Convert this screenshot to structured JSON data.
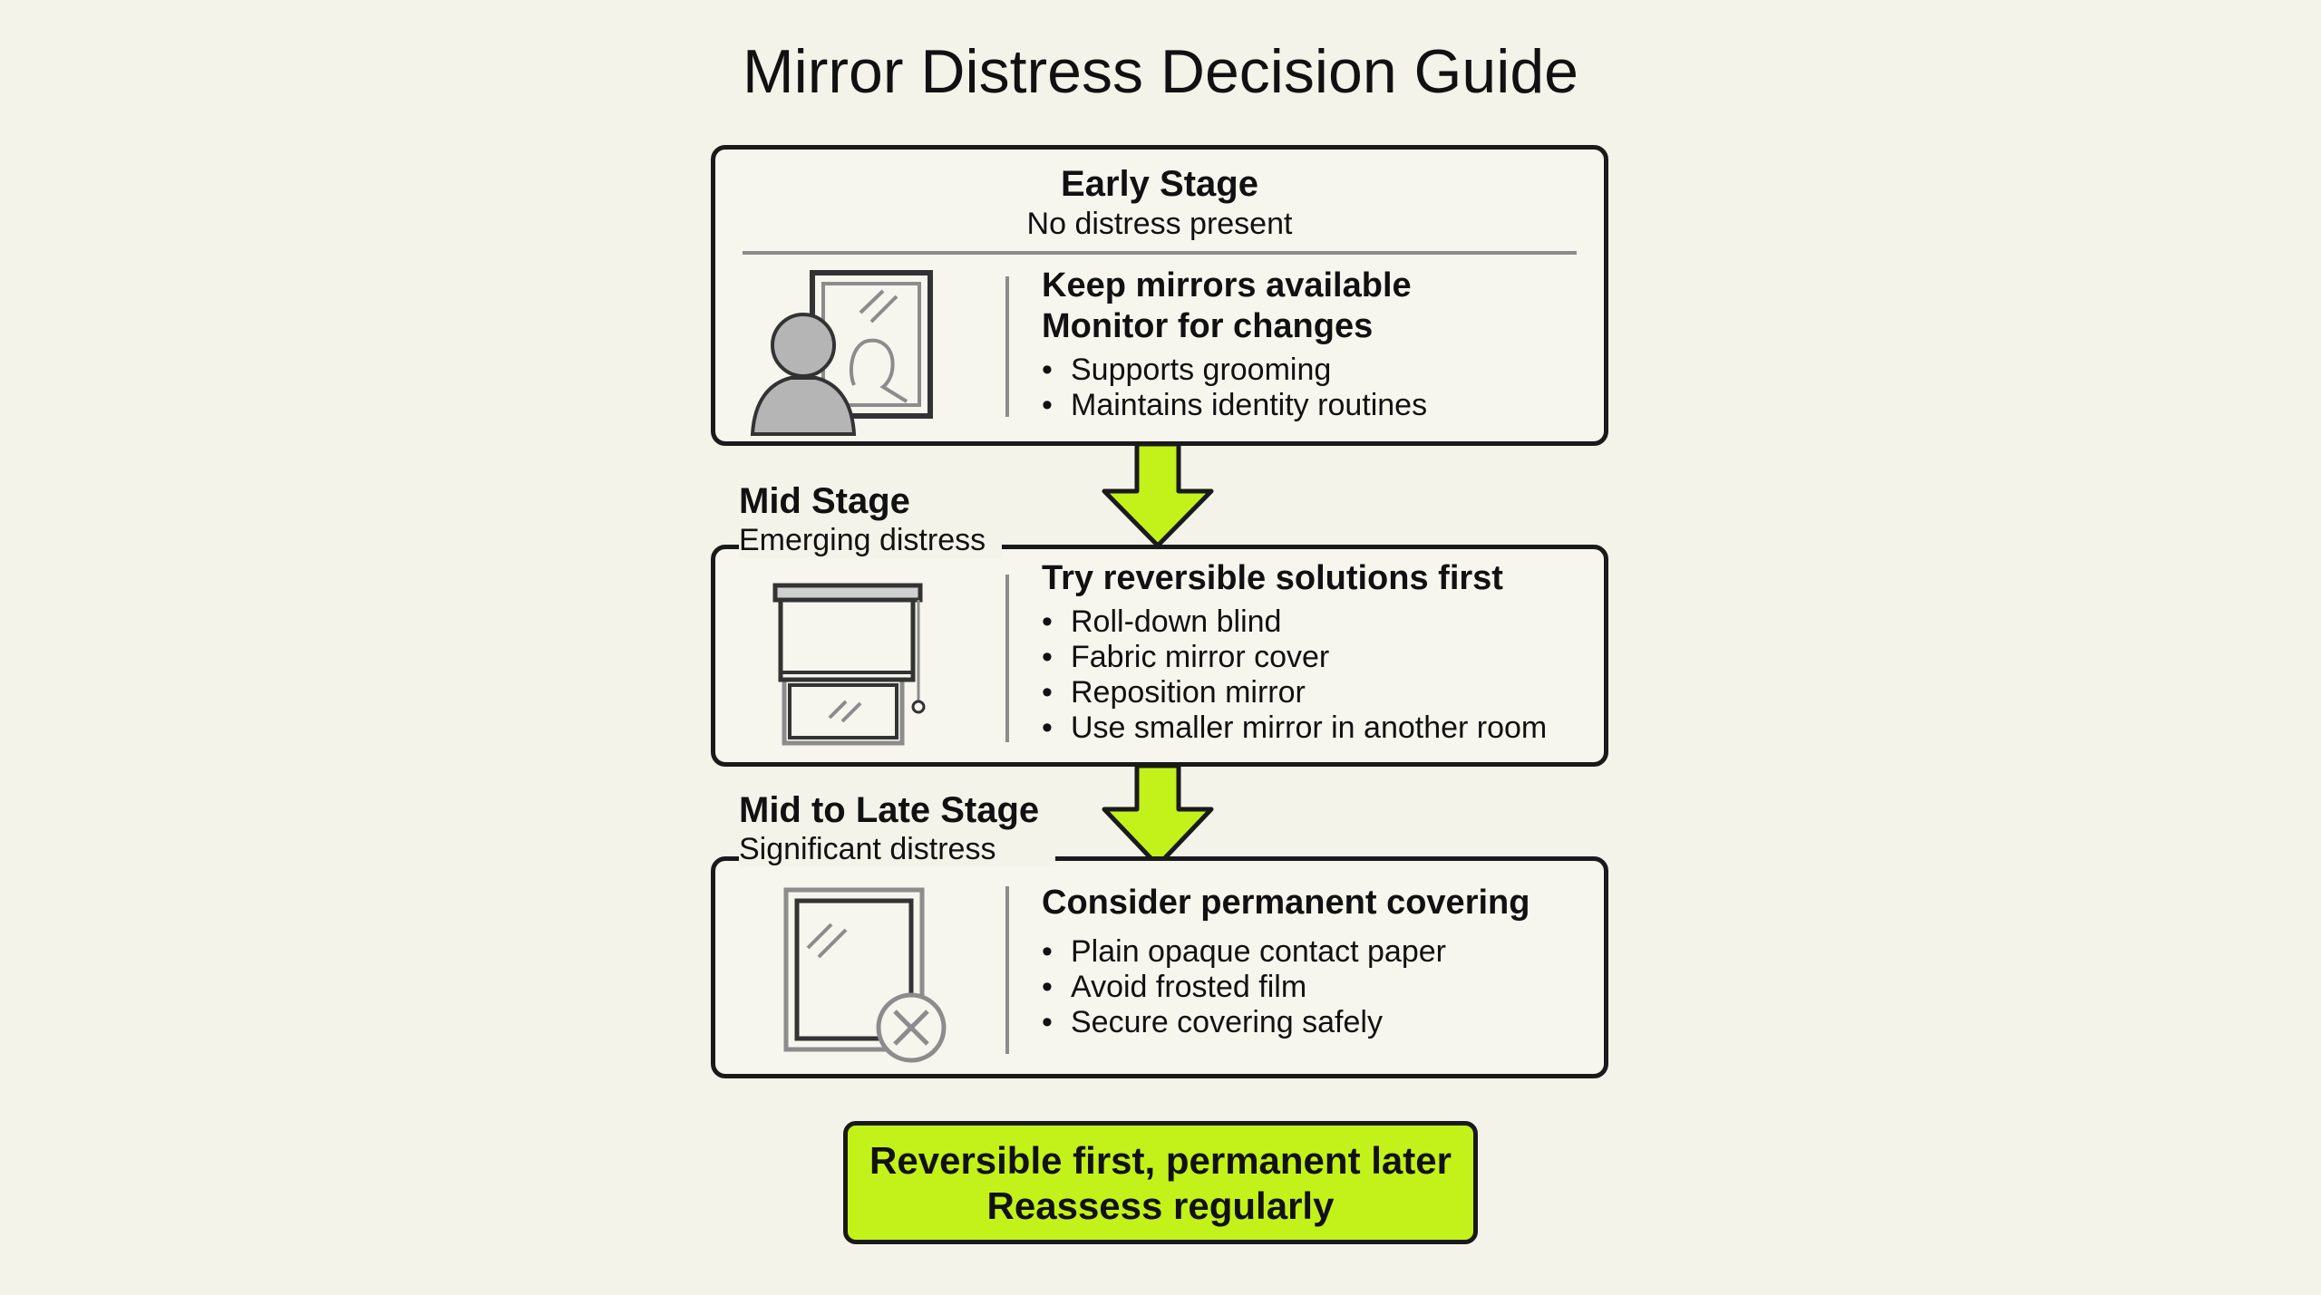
{
  "title": "Mirror Distress Decision Guide",
  "colors": {
    "accent": "#c3f21a",
    "outline": "#1a1a1a",
    "background": "#f3f3ea",
    "icon_gray": "#8c8c8c"
  },
  "stages": [
    {
      "stage": "Early Stage",
      "subtitle": "No distress present",
      "icon": "person-mirror-icon",
      "heading_lines": [
        "Keep mirrors available",
        "Monitor for changes"
      ],
      "bullets": [
        "Supports grooming",
        "Maintains identity routines"
      ]
    },
    {
      "stage": "Mid Stage",
      "subtitle": "Emerging distress",
      "icon": "roller-blind-mirror-icon",
      "heading_lines": [
        "Try reversible solutions first"
      ],
      "bullets": [
        "Roll-down blind",
        "Fabric mirror cover",
        "Reposition mirror",
        "Use smaller mirror in another room"
      ]
    },
    {
      "stage": "Mid to Late Stage",
      "subtitle": "Significant distress",
      "icon": "covered-mirror-x-icon",
      "heading_lines": [
        "Consider permanent covering"
      ],
      "bullets": [
        "Plain opaque contact paper",
        "Avoid frosted film",
        "Secure covering safely"
      ]
    }
  ],
  "summary": {
    "line1": "Reversible first, permanent later",
    "line2": "Reassess regularly"
  }
}
